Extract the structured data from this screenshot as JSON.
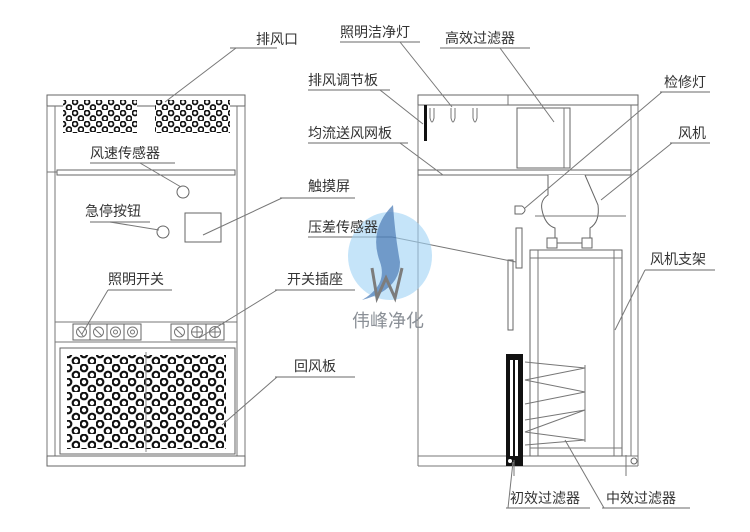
{
  "watermark": {
    "text": "伟峰净化",
    "color": "#9fd3f5",
    "flame_color": "#3f73b3"
  },
  "left_view": {
    "labels": {
      "exhaust_outlet": "排风口",
      "airspeed_sensor": "风速传感器",
      "emergency_stop": "急停按钮",
      "touch_screen": "触摸屏",
      "light_switch": "照明开关",
      "switch_socket": "开关插座",
      "return_air_panel": "回风板"
    }
  },
  "right_view": {
    "labels": {
      "clean_light": "照明洁净灯",
      "hepa_filter": "高效过滤器",
      "exhaust_damper": "排风调节板",
      "maintenance_light": "检修灯",
      "flow_plate": "均流送风网板",
      "fan": "风机",
      "pressure_sensor": "压差传感器",
      "fan_bracket": "风机支架",
      "primary_filter": "初效过滤器",
      "medium_filter": "中效过滤器"
    }
  }
}
